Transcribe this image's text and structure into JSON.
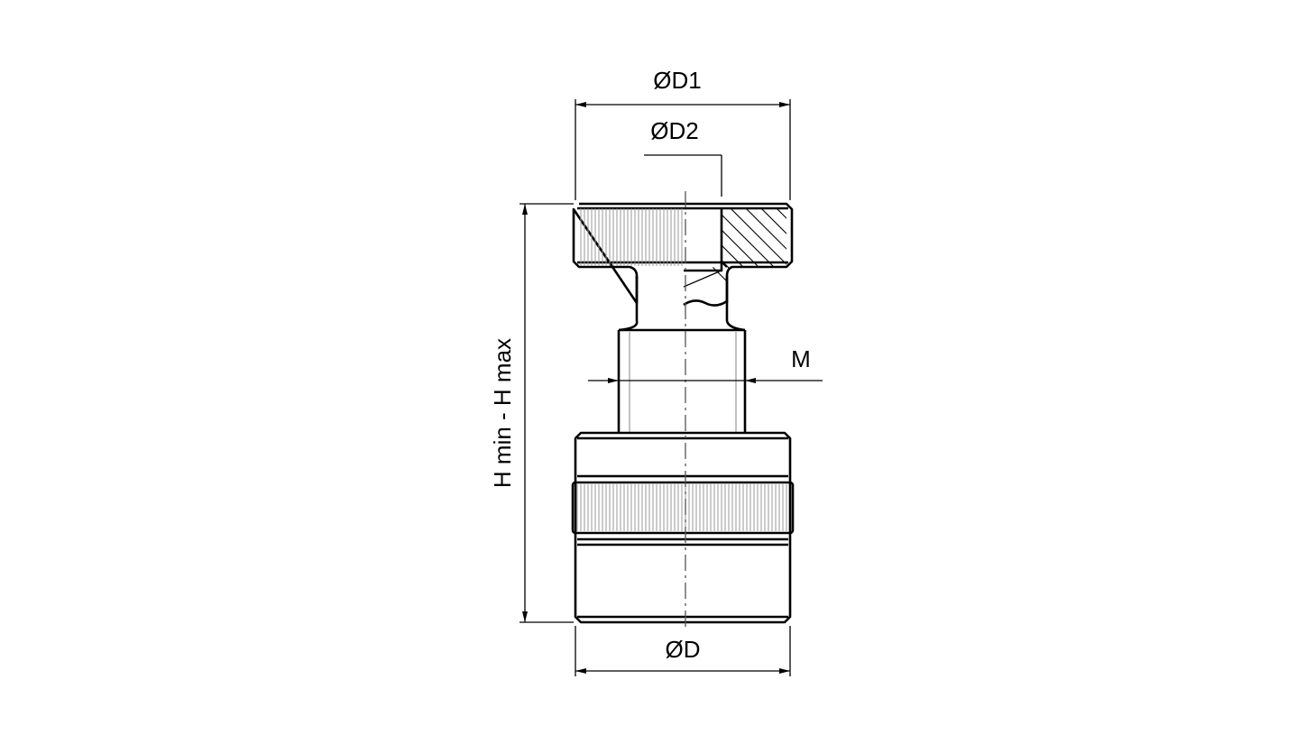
{
  "labels": {
    "d1": "ØD1",
    "d2": "ØD2",
    "m": "M",
    "d": "ØD",
    "h": "H min - H max"
  }
}
